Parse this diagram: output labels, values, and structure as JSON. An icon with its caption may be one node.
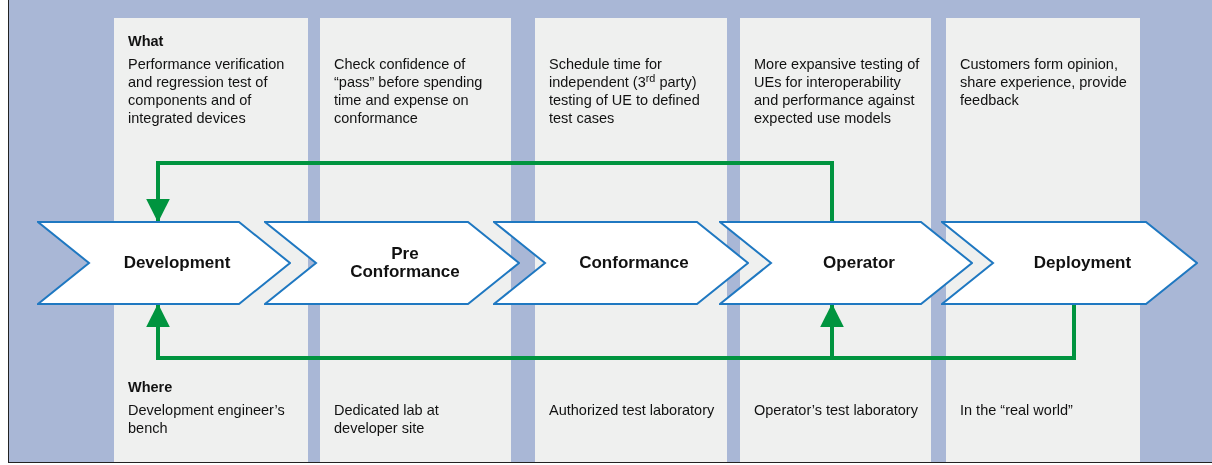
{
  "diagram": {
    "nodes": [
      {
        "text": [
          "Development"
        ]
      },
      {
        "text": [
          "Pre Conformance"
        ]
      },
      {
        "text": [
          "Conformance"
        ]
      },
      {
        "text": [
          "Operator"
        ]
      },
      {
        "text": [
          "Deployment"
        ]
      }
    ],
    "edges": [
      {
        "from": 3,
        "to": 0,
        "arrow": "to"
      },
      {
        "from": 4,
        "to": 0,
        "arrow": "to"
      },
      {
        "from": 4,
        "to": 3,
        "arrow": "to"
      }
    ],
    "labels": [
      "What",
      "Performance verification and regression test of components and of integrated devices",
      "Check confidence of “pass” before spending time and expense on conformance",
      "Schedule time for independent (3$^{rd}$ party) testing of UE to defined test cases",
      "More expansive testing of UEs for interoperability and performance against expected use models",
      "Customers form opinion, share experience, provide feedback",
      "Where",
      "Development engineer’s bench",
      "Dedicated lab at developer site",
      "Authorized test laboratory",
      "Operator’s test laboratory",
      "In the “real world”"
    ]
  }
}
